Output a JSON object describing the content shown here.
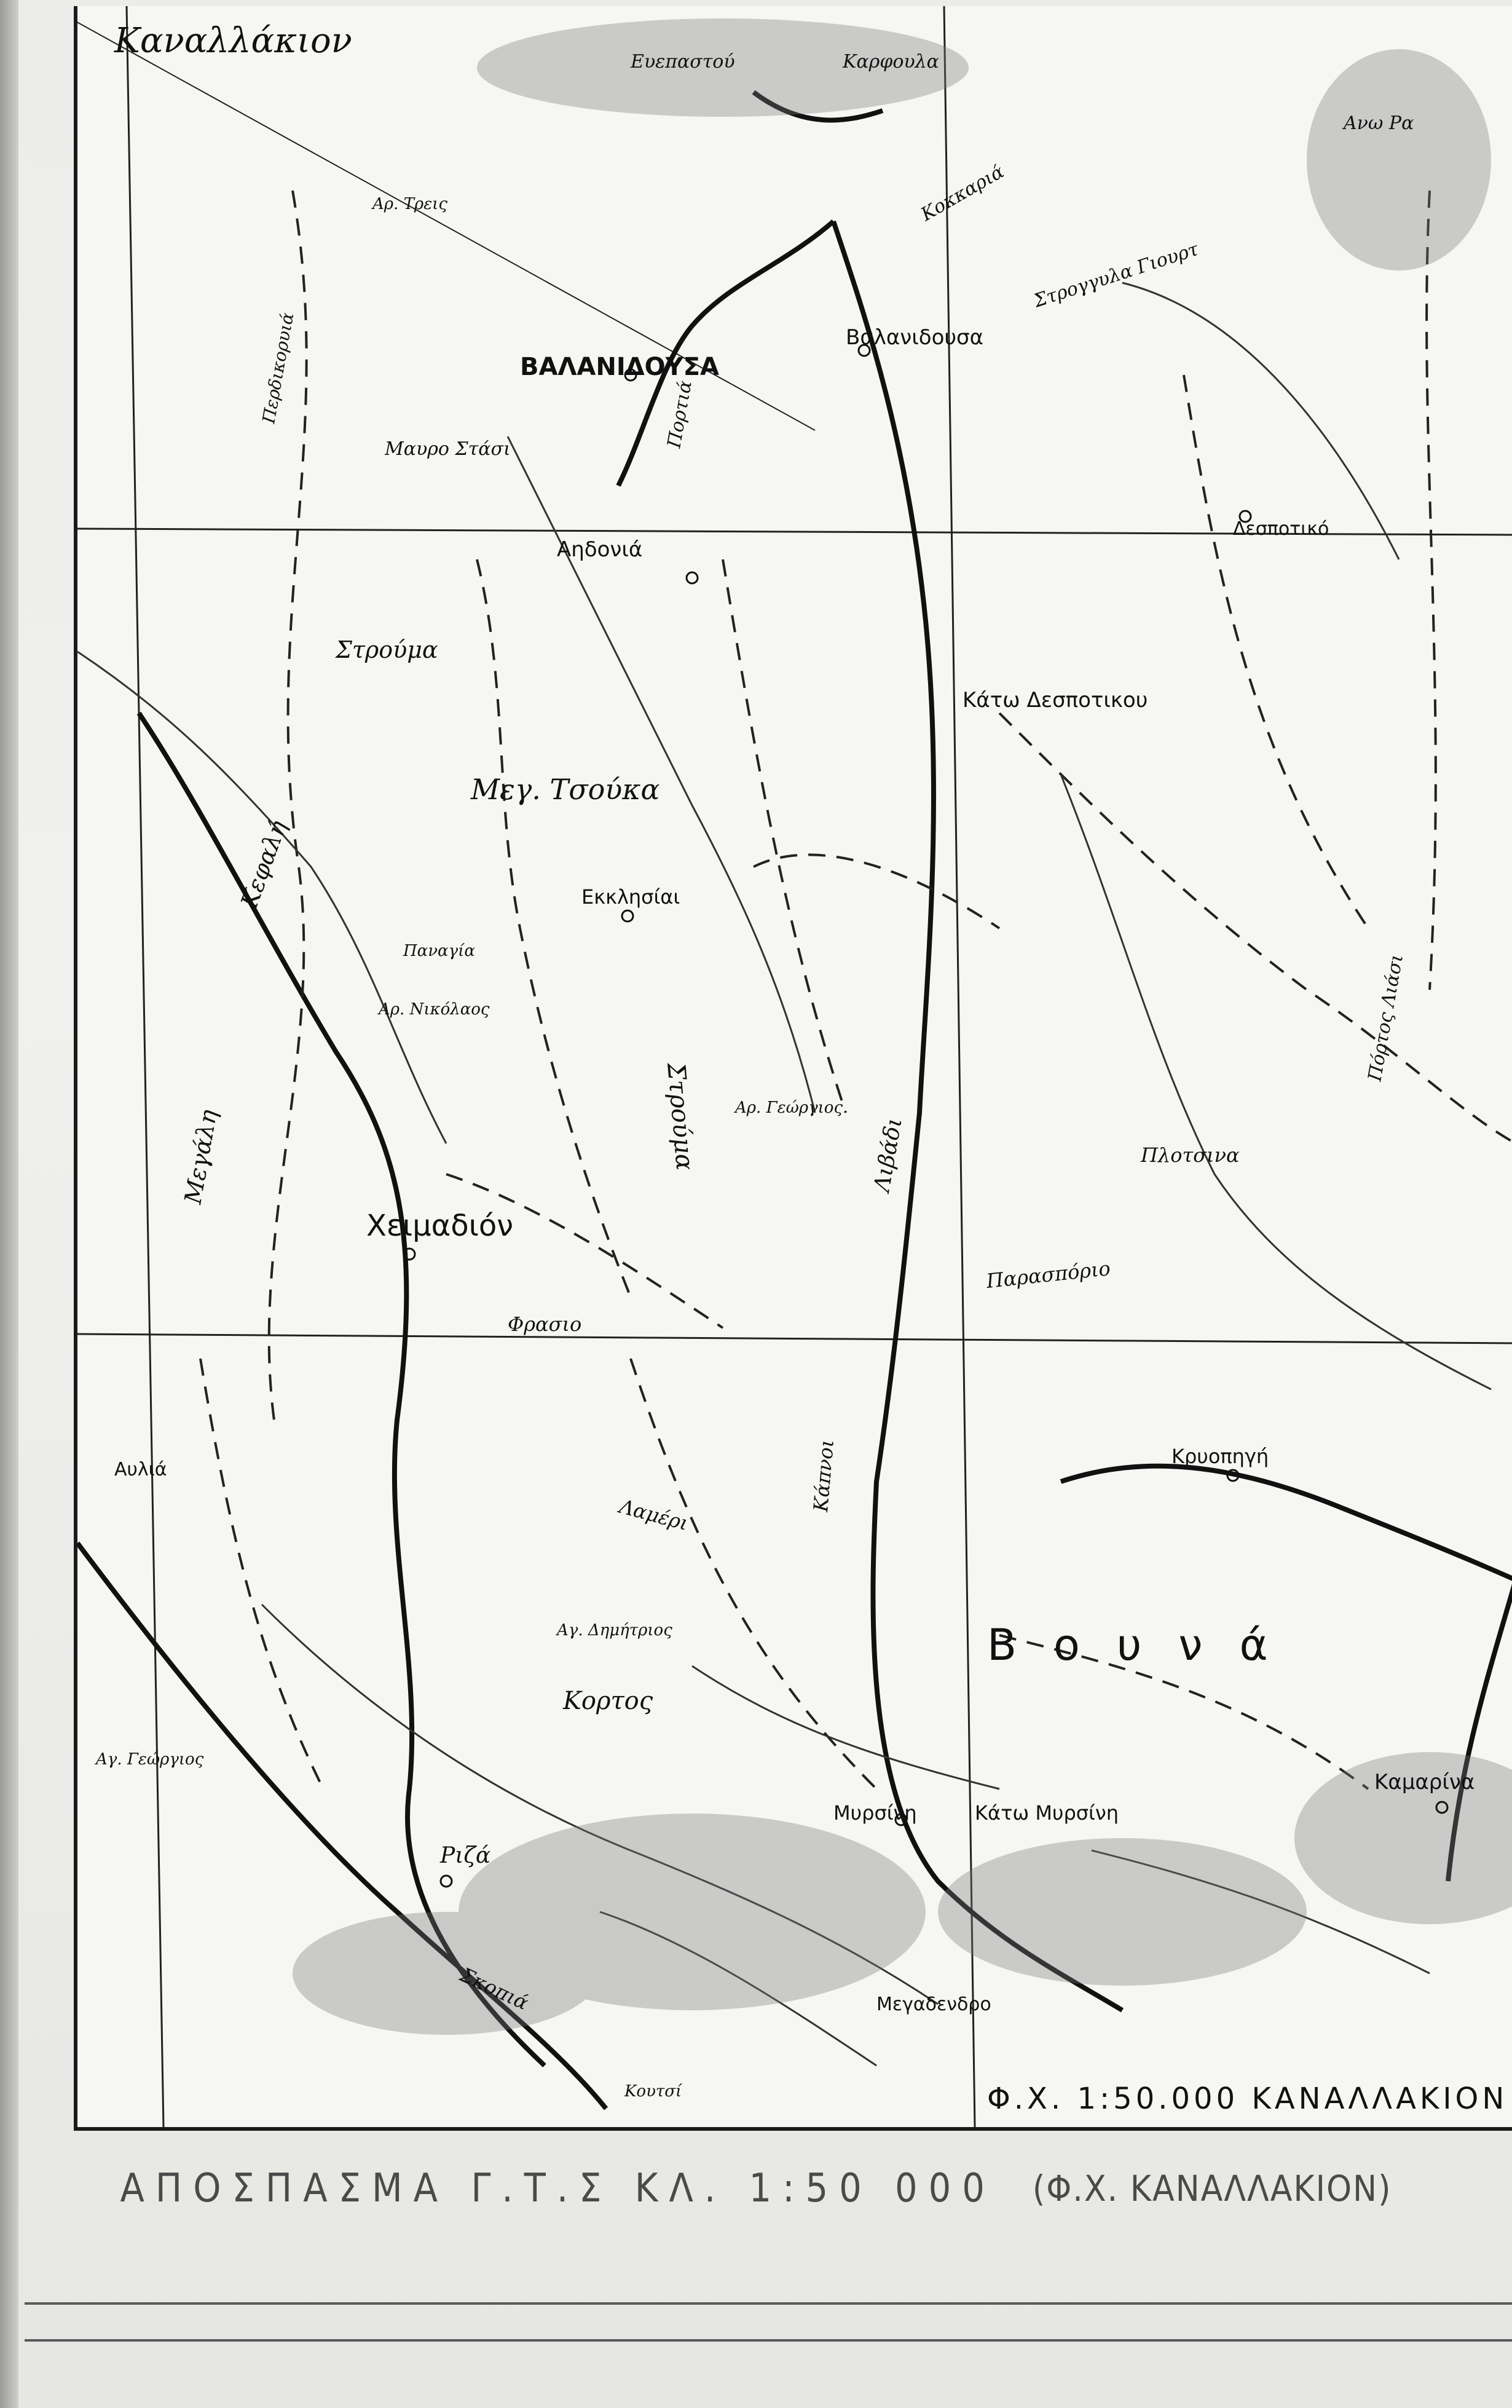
{
  "map": {
    "scale_note": "Φ.Χ. 1:50.000 ΚΑΝΑΛΛΑΚΙΟΝ",
    "labels": {
      "kanallakion": "Καναλλάκιον",
      "eleftherion": "Ευεπαστού",
      "karpouli": "Καρφουλα",
      "ano_r": "Ανω Ρα",
      "ar_treis": "Αρ. Τρεις",
      "perdikoryia": "Περδικορυιά",
      "varlami": "ΒΑΛΑΝΙΔΟΥΣΑ",
      "portia": "Πορτιά",
      "valanidousa": "Βαλανιδουσα",
      "kokkaria": "Κοκκαριά",
      "stroggyla": "Στρογγυλα Γιουρτ",
      "mavro_stasi": "Μαυρο Στάσι",
      "agonia": "Αηδονιά",
      "strouma": "Στρούμα",
      "despotiko": "Δεσποτικό",
      "kato_despotikou": "Κάτω Δεσποτικου",
      "meg_tsouka": "Μεγ. Τσούκα",
      "ekklisiai": "Εκκλησίαι",
      "kefali": "Κεφαλή",
      "megali": "Μεγάλη",
      "ar_nikolaos": "Αρ. Νικόλαος",
      "panagia": "Παναγία",
      "tsikoudia": "Στρούμα",
      "ar_georgios": "Αρ. Γεώργιος",
      "xeimadion": "Χειμαδιόν",
      "plotsina": "Πλοτσινα",
      "paraspori": "Παρασπόριο",
      "porto_liasi": "Πόρτος Λιάσι",
      "frasto": "Φρασιο",
      "kapnoi": "Κάπνοι",
      "livadi": "Λιβάδι",
      "lameri": "Λαμέρι",
      "xyloskoi": "Αυλιά",
      "krioneri": "Κρυοπηγή",
      "bouva": "Βουνά",
      "ag_dimitrios": "Αγ. Δημήτριος",
      "kortos": "Κορτος",
      "myrsini": "Μυρσίνη",
      "kato_myrsini": "Κάτω Μυρσίνη",
      "kamarina": "Καμαρίνα",
      "riza": "Ριζά",
      "skopia": "Σκοπιά",
      "megadendro": "Μεγαδενδρο",
      "agios_georgios": "Αγ. Γεώργιος",
      "koutsi": "Κουτσί"
    }
  },
  "caption": {
    "title": "ΑΠΟΣΠΑΣΜΑ Γ.Τ.Σ ΚΛ. 1:50 000",
    "sheet": "(Φ.Χ. ΚΑΝΑΛΛΑΚΙΟΝ)"
  }
}
